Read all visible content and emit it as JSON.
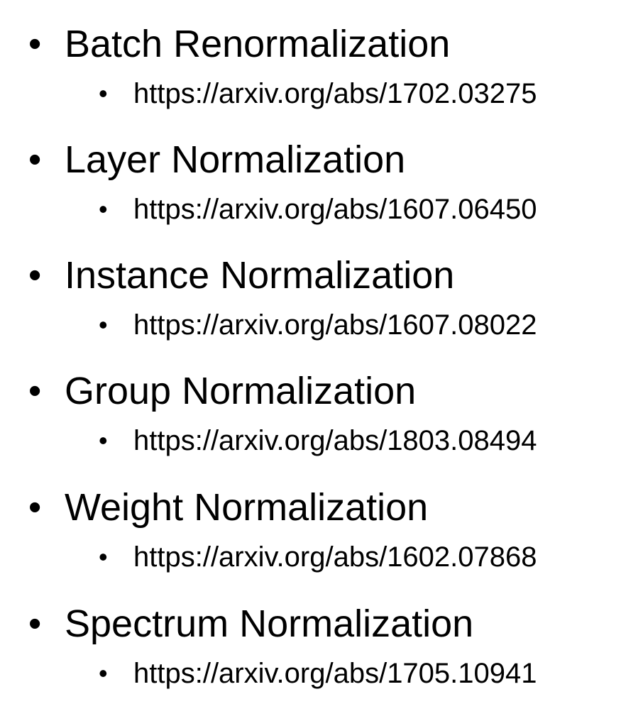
{
  "items": [
    {
      "title": "Batch Renormalization",
      "link": "https://arxiv.org/abs/1702.03275"
    },
    {
      "title": "Layer Normalization",
      "link": "https://arxiv.org/abs/1607.06450"
    },
    {
      "title": "Instance Normalization",
      "link": "https://arxiv.org/abs/1607.08022"
    },
    {
      "title": "Group Normalization",
      "link": "https://arxiv.org/abs/1803.08494"
    },
    {
      "title": "Weight Normalization",
      "link": "https://arxiv.org/abs/1602.07868"
    },
    {
      "title": "Spectrum Normalization",
      "link": "https://arxiv.org/abs/1705.10941"
    }
  ],
  "bullet_glyph": "•"
}
